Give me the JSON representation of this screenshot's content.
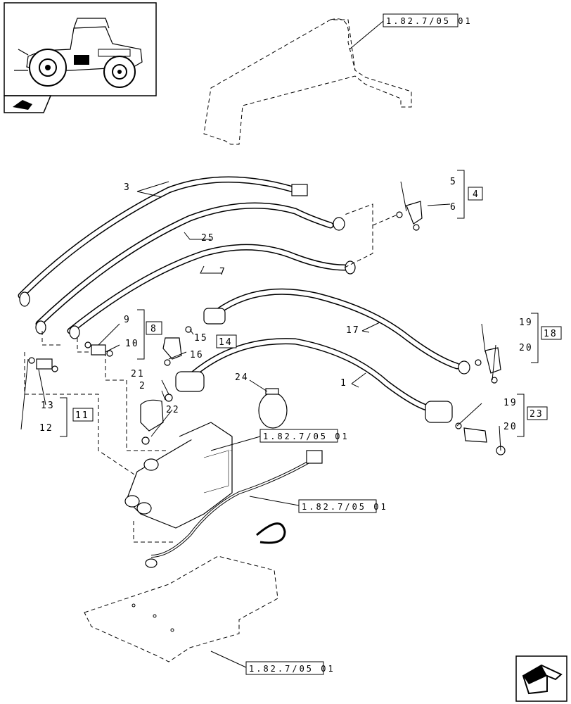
{
  "references": {
    "top_right": "1.82.7/05 01",
    "valve": "1.82.7/05 01",
    "cable": "1.82.7/05 01",
    "bracket": "1.82.7/05 01"
  },
  "callouts": {
    "c1": "1",
    "c2": "2",
    "c3": "3",
    "c4": "4",
    "c5": "5",
    "c6": "6",
    "c7": "7",
    "c8": "8",
    "c9": "9",
    "c10": "10",
    "c11": "11",
    "c12": "12",
    "c13": "13",
    "c14": "14",
    "c15": "15",
    "c16": "16",
    "c17": "17",
    "c18": "18",
    "c19a": "19",
    "c19b": "19",
    "c20a": "20",
    "c20b": "20",
    "c21": "21",
    "c22": "22",
    "c23": "23",
    "c24": "24",
    "c25": "25"
  },
  "icons": {
    "thumbnail": "tractor-thumbnail-icon",
    "nav_prev": "nav-arrow-icon",
    "nav_next": "next-page-arrow-icon"
  }
}
